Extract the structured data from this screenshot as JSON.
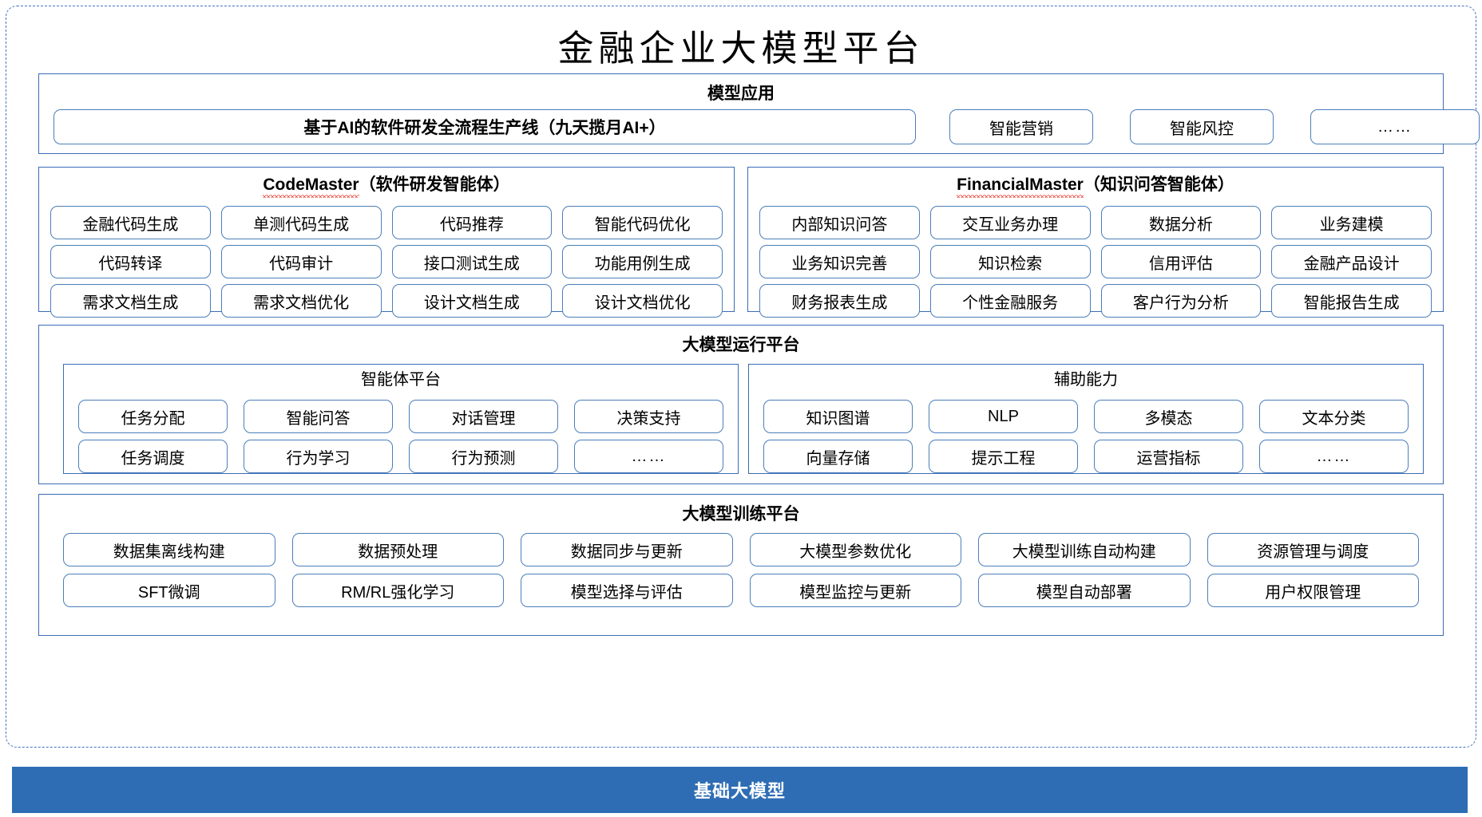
{
  "title": "金融企业大模型平台",
  "colors": {
    "frame_dash": "#4472c4",
    "panel_border": "#3a6cb5",
    "chip_border": "#4a7ebb",
    "base_bar": "#2e6db4",
    "spellcheck_red": "#e8342a"
  },
  "model_application": {
    "heading": "模型应用",
    "main_item": "基于AI的软件研发全流程生产线（九天揽月AI+）",
    "items": [
      "智能营销",
      "智能风控"
    ],
    "more": "……"
  },
  "agents": [
    {
      "name": "CodeMaster",
      "subtitle": "（软件研发智能体）",
      "spellcheck": true,
      "items": [
        "金融代码生成",
        "单测代码生成",
        "代码推荐",
        "智能代码优化",
        "代码转译",
        "代码审计",
        "接口测试生成",
        "功能用例生成",
        "需求文档生成",
        "需求文档优化",
        "设计文档生成",
        "设计文档优化"
      ]
    },
    {
      "name": "FinancialMaster",
      "subtitle": "（知识问答智能体）",
      "spellcheck": true,
      "items": [
        "内部知识问答",
        "交互业务办理",
        "数据分析",
        "业务建模",
        "业务知识完善",
        "知识检索",
        "信用评估",
        "金融产品设计",
        "财务报表生成",
        "个性金融服务",
        "客户行为分析",
        "智能报告生成"
      ]
    }
  ],
  "runtime_platform": {
    "heading": "大模型运行平台",
    "sections": [
      {
        "heading": "智能体平台",
        "items": [
          "任务分配",
          "智能问答",
          "对话管理",
          "决策支持",
          "任务调度",
          "行为学习",
          "行为预测",
          "……"
        ]
      },
      {
        "heading": "辅助能力",
        "items": [
          "知识图谱",
          "NLP",
          "多模态",
          "文本分类",
          "向量存储",
          "提示工程",
          "运营指标",
          "……"
        ]
      }
    ]
  },
  "training_platform": {
    "heading": "大模型训练平台",
    "items": [
      "数据集离线构建",
      "数据预处理",
      "数据同步与更新",
      "大模型参数优化",
      "大模型训练自动构建",
      "资源管理与调度",
      "SFT微调",
      "RM/RL强化学习",
      "模型选择与评估",
      "模型监控与更新",
      "模型自动部署",
      "用户权限管理"
    ]
  },
  "base_model": {
    "label": "基础大模型"
  }
}
